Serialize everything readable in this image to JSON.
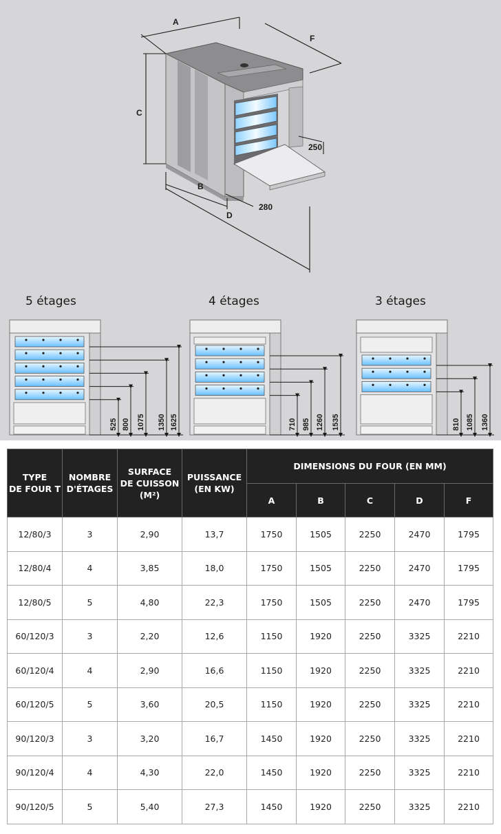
{
  "diagram": {
    "dims": {
      "A": "A",
      "B": "B",
      "C": "C",
      "D": "D",
      "F": "F",
      "d250": "250",
      "d280": "280"
    }
  },
  "variants": [
    {
      "title": "5 étages",
      "heights": [
        "525",
        "800",
        "1075",
        "1350",
        "1625"
      ]
    },
    {
      "title": "4 étages",
      "heights": [
        "710",
        "985",
        "1260",
        "1535"
      ]
    },
    {
      "title": "3 étages",
      "heights": [
        "810",
        "1085",
        "1360"
      ]
    }
  ],
  "table": {
    "headers": {
      "type": "TYPE DE FOUR T",
      "type_l1": "TYPE",
      "type_l2": "DE FOUR T",
      "etages_l1": "NOMBRE",
      "etages_l2": "D'ÉTAGES",
      "surface_l1": "SURFACE",
      "surface_l2": "DE CUISSON",
      "surface_l3": "(M²)",
      "puissance_l1": "PUISSANCE",
      "puissance_l2": "(EN KW)",
      "dimensions": "DIMENSIONS DU FOUR (EN MM)",
      "cols": [
        "A",
        "B",
        "C",
        "D",
        "F"
      ]
    },
    "rows": [
      [
        "12/80/3",
        "3",
        "2,90",
        "13,7",
        "1750",
        "1505",
        "2250",
        "2470",
        "1795"
      ],
      [
        "12/80/4",
        "4",
        "3,85",
        "18,0",
        "1750",
        "1505",
        "2250",
        "2470",
        "1795"
      ],
      [
        "12/80/5",
        "5",
        "4,80",
        "22,3",
        "1750",
        "1505",
        "2250",
        "2470",
        "1795"
      ],
      [
        "60/120/3",
        "3",
        "2,20",
        "12,6",
        "1150",
        "1920",
        "2250",
        "3325",
        "2210"
      ],
      [
        "60/120/4",
        "4",
        "2,90",
        "16,6",
        "1150",
        "1920",
        "2250",
        "3325",
        "2210"
      ],
      [
        "60/120/5",
        "5",
        "3,60",
        "20,5",
        "1150",
        "1920",
        "2250",
        "3325",
        "2210"
      ],
      [
        "90/120/3",
        "3",
        "3,20",
        "16,7",
        "1450",
        "1920",
        "2250",
        "3325",
        "2210"
      ],
      [
        "90/120/4",
        "4",
        "4,30",
        "22,0",
        "1450",
        "1920",
        "2250",
        "3325",
        "2210"
      ],
      [
        "90/120/5",
        "5",
        "5,40",
        "27,3",
        "1450",
        "1920",
        "2250",
        "3325",
        "2210"
      ]
    ]
  }
}
